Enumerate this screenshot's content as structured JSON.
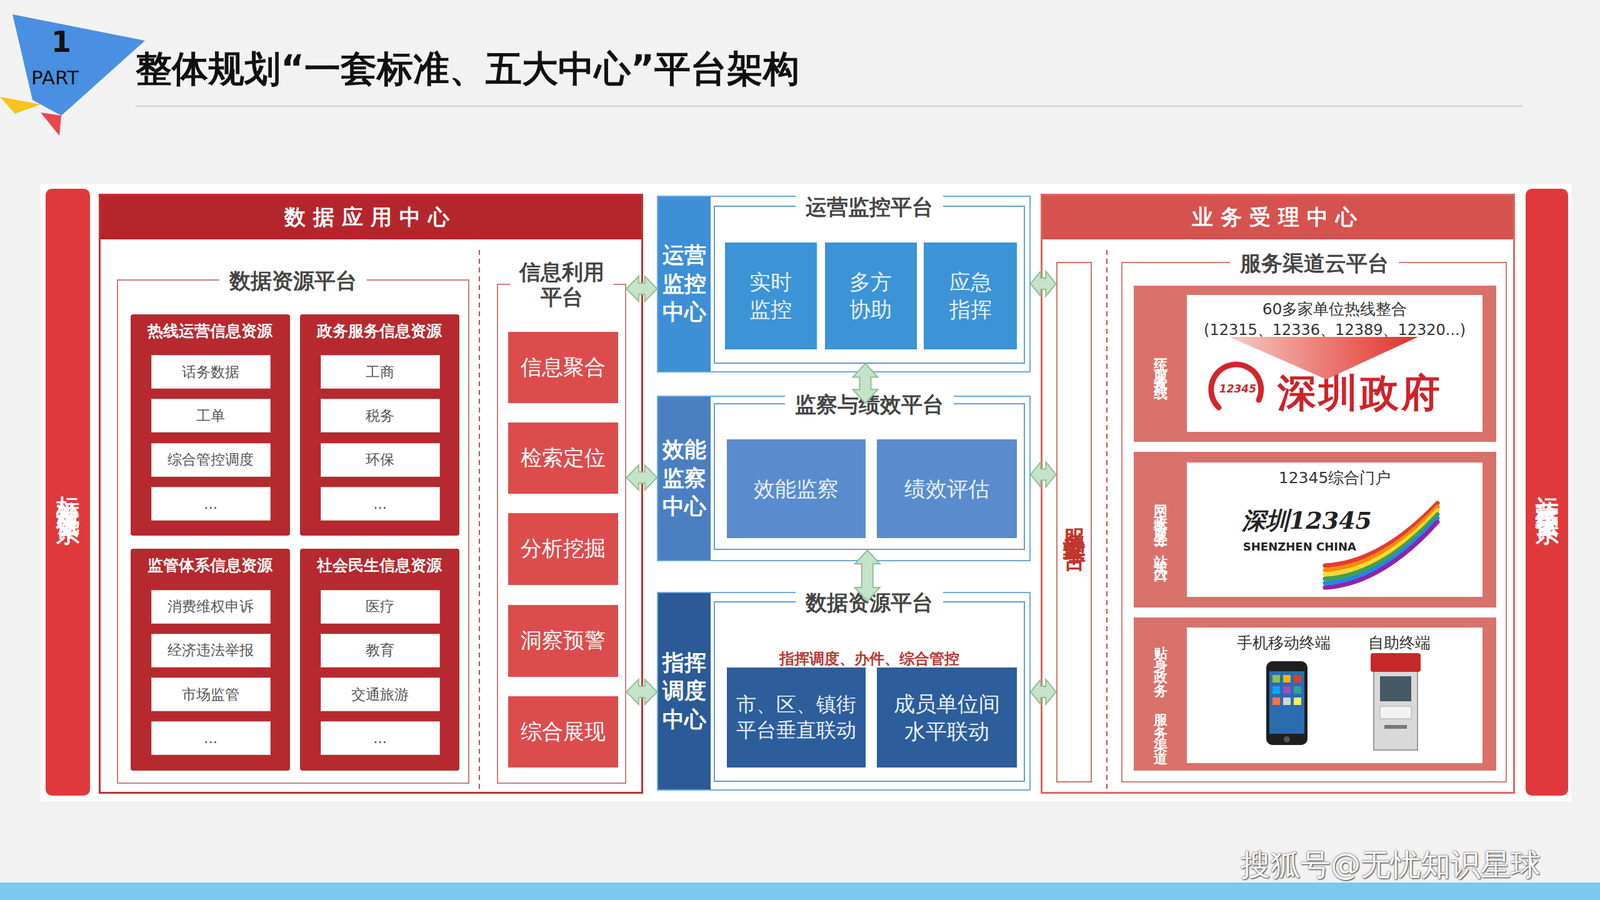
{
  "diagram": {
    "title": "整体规划“一套标准、五大中心”平台架构",
    "nodes": [
      {
        "text": [
          "标准规范体系"
        ]
      },
      {
        "text": [
          "数据应用中心"
        ]
      },
      {
        "text": [
          "数据资源平台"
        ],
        "in": 1
      },
      {
        "text": [
          "热线运营信息资源"
        ],
        "in": 2
      },
      {
        "text": [
          "话务数据"
        ],
        "in": 3
      },
      {
        "text": [
          "工单"
        ],
        "in": 3
      },
      {
        "text": [
          "综合管控调度"
        ],
        "in": 3
      },
      {
        "text": [
          "..."
        ],
        "in": 3
      },
      {
        "text": [
          "政务服务信息资源"
        ],
        "in": 2
      },
      {
        "text": [
          "工商"
        ],
        "in": 8
      },
      {
        "text": [
          "税务"
        ],
        "in": 8
      },
      {
        "text": [
          "环保"
        ],
        "in": 8
      },
      {
        "text": [
          "..."
        ],
        "in": 8
      },
      {
        "text": [
          "监管体系信息资源"
        ],
        "in": 2
      },
      {
        "text": [
          "消费维权申诉"
        ],
        "in": 13
      },
      {
        "text": [
          "经济违法举报"
        ],
        "in": 13
      },
      {
        "text": [
          "市场监管"
        ],
        "in": 13
      },
      {
        "text": [
          "..."
        ],
        "in": 13
      },
      {
        "text": [
          "社会民生信息资源"
        ],
        "in": 2
      },
      {
        "text": [
          "医疗"
        ],
        "in": 18
      },
      {
        "text": [
          "教育"
        ],
        "in": 18
      },
      {
        "text": [
          "交通旅游"
        ],
        "in": 18
      },
      {
        "text": [
          "..."
        ],
        "in": 18
      },
      {
        "text": [
          "信息利用 平台"
        ],
        "in": 1
      },
      {
        "text": [
          "信息聚合"
        ],
        "in": 23
      },
      {
        "text": [
          "检索定位"
        ],
        "in": 23
      },
      {
        "text": [
          "分析挖掘"
        ],
        "in": 23
      },
      {
        "text": [
          "洞察预警"
        ],
        "in": 23
      },
      {
        "text": [
          "综合展现"
        ],
        "in": 23
      },
      {
        "text": [
          "运营 监控 中心"
        ]
      },
      {
        "text": [
          "运营监控平台"
        ],
        "in": 29
      },
      {
        "text": [
          "实时 监控"
        ],
        "in": 30
      },
      {
        "text": [
          "多方 协助"
        ],
        "in": 30
      },
      {
        "text": [
          "应急 指挥"
        ],
        "in": 30
      },
      {
        "text": [
          "效能 监察 中心"
        ]
      },
      {
        "text": [
          "监察与绩效平台"
        ],
        "in": 34
      },
      {
        "text": [
          "效能监察"
        ],
        "in": 35
      },
      {
        "text": [
          "绩效评估"
        ],
        "in": 35
      },
      {
        "text": [
          "指挥 调度 中心"
        ]
      },
      {
        "text": [
          "数据资源平台",
          "指挥调度、办件、综合管控"
        ],
        "in": 38
      },
      {
        "text": [
          "市、区、镇街 平台垂直联动"
        ],
        "in": 39
      },
      {
        "text": [
          "成员单位间 水平联动"
        ],
        "in": 39
      },
      {
        "text": [
          "业务受理中心"
        ]
      },
      {
        "text": [
          "服务受理平台"
        ],
        "in": 42
      },
      {
        "text": [
          "服务渠道云平台"
        ],
        "in": 42
      },
      {
        "text": [
          "统一服务热线"
        ],
        "in": 44
      },
      {
        "text": [
          "60多家单位热线整合",
          "(12315、12336、12389、12320...)",
          "12345",
          "深圳政府"
        ],
        "in": 45
      },
      {
        "text": [
          "网上政务服务 一站式入口"
        ],
        "in": 44
      },
      {
        "text": [
          "12345综合门户",
          "深圳12345",
          "SHENZHEN CHINA"
        ],
        "in": 47
      },
      {
        "text": [
          "贴身政务 服务渠道"
        ],
        "in": 44
      },
      {
        "text": [
          "手机移动终端",
          "自助终端"
        ],
        "in": 49
      },
      {
        "text": [
          "运营维护体系"
        ]
      }
    ],
    "edges": [
      {
        "from": 23,
        "to": 29,
        "arrow": "both"
      },
      {
        "from": 23,
        "to": 34,
        "arrow": "both"
      },
      {
        "from": 23,
        "to": 38,
        "arrow": "both"
      },
      {
        "from": 30,
        "to": 35,
        "arrow": "both"
      },
      {
        "from": 35,
        "to": 39,
        "arrow": "both"
      },
      {
        "from": 29,
        "to": 43,
        "arrow": "both"
      },
      {
        "from": 34,
        "to": 43,
        "arrow": "both"
      },
      {
        "from": 38,
        "to": 43,
        "arrow": "both"
      }
    ],
    "labels": [
      "1",
      "PART",
      "搜狐号@无忧知识星球"
    ]
  }
}
